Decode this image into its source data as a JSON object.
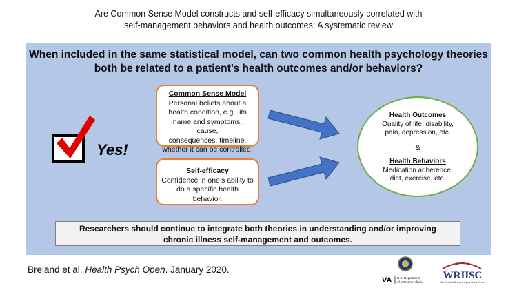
{
  "page_title": {
    "line1": "Are Common Sense Model constructs and self-efficacy simultaneously correlated with",
    "line2": "self-management behaviors and health outcomes: A systematic review"
  },
  "question": {
    "line1": "When included in the same statistical model, can two common health psychology theories",
    "line2": "both be related to a patient’s health outcomes and/or behaviors?"
  },
  "answer": "Yes!",
  "theories": {
    "common_sense_model": {
      "heading": "Common Sense Model",
      "line1": "Personal beliefs about a",
      "line2": "health condition, e.g., its",
      "line3": "name and symptoms, cause,",
      "line4": "consequences, timeline,",
      "line5": "whether it can be controlled."
    },
    "self_efficacy": {
      "heading": "Self-efficacy",
      "line1": "Confidence in one’s ability to",
      "line2": "do a specific health behavior."
    }
  },
  "outcomes": {
    "heading": "Health Outcomes",
    "line1": "Quality of life, disability,",
    "line2": "pain, depression, etc.",
    "ampersand": "&",
    "behaviors_heading": "Health Behaviors",
    "line3": "Medication adherence,",
    "line4": "diet, exercise, etc."
  },
  "conclusion": {
    "line1": "Researchers should continue to integrate both theories in understanding and/or improving",
    "line2": "chronic illness self-management and outcomes."
  },
  "citation": {
    "authors": "Breland et al.",
    "journal": "Health Psych Open",
    "date": ". January 2020."
  },
  "logos": {
    "va_text": "VA",
    "va_sub1": "U.S. Department",
    "va_sub2": "of Veterans Affairs",
    "wriisc_text": "WRIISC",
    "wriisc_sub": "War Related Illness & Injury Study Center"
  },
  "colors": {
    "panel": "#b4c7e7",
    "theory_border": "#ed7d31",
    "outcome_border": "#70ad47",
    "arrow": "#4472c4",
    "check": "#e00000"
  }
}
